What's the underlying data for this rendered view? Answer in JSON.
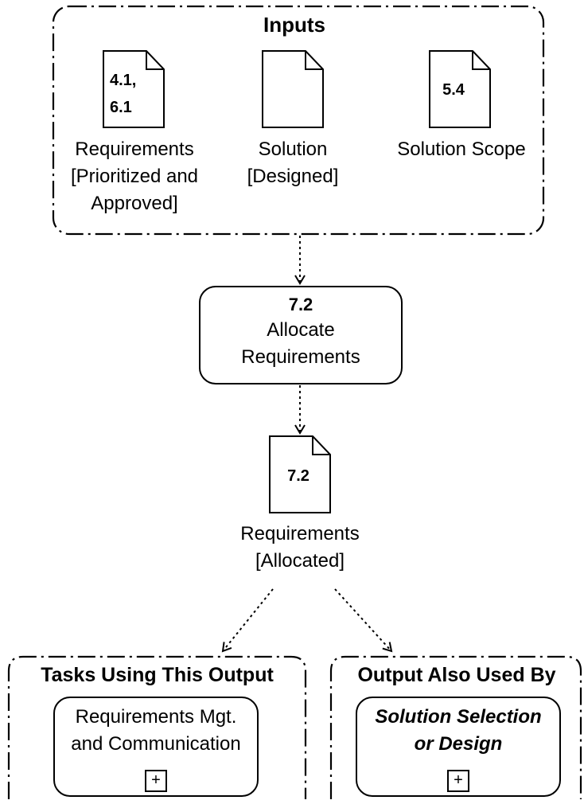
{
  "inputs": {
    "title": "Inputs",
    "items": [
      {
        "ref": "4.1,\n6.1",
        "label": "Requirements\n[Prioritized and\nApproved]"
      },
      {
        "ref": "",
        "label": "Solution\n[Designed]"
      },
      {
        "ref": "5.4",
        "label": "Solution Scope"
      }
    ]
  },
  "task": {
    "number": "7.2",
    "name": "Allocate\nRequirements"
  },
  "output": {
    "ref": "7.2",
    "label": "Requirements\n[Allocated]"
  },
  "tasks_using": {
    "title": "Tasks Using This Output",
    "item": "Requirements Mgt.\nand Communication",
    "expand": "+"
  },
  "also_used_by": {
    "title": "Output Also Used By",
    "item": "Solution Selection\nor Design",
    "expand": "+"
  }
}
